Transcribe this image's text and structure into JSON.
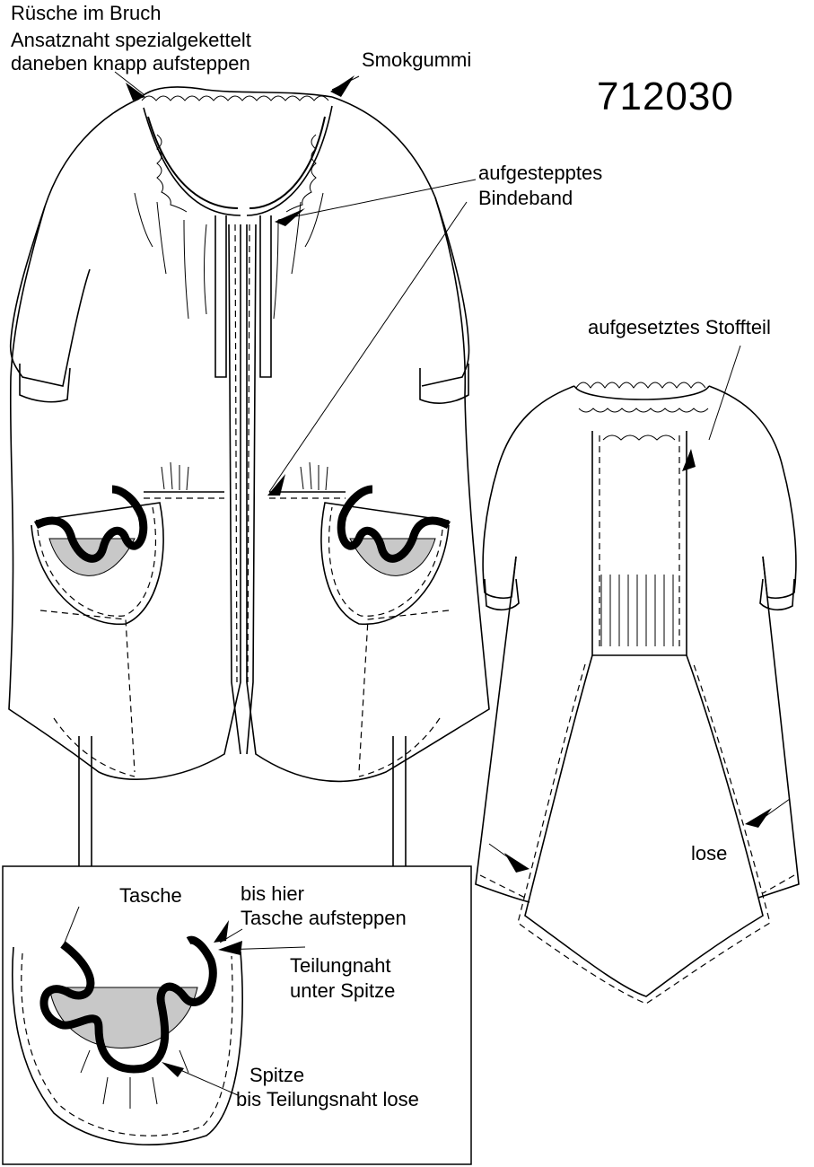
{
  "model_number": "712030",
  "labels": {
    "ruesche_line1": "Rüsche im Bruch",
    "ruesche_line2": "Ansatznaht spezialgekettelt",
    "ruesche_line3": "daneben knapp aufsteppen",
    "smokgummi": "Smokgummi",
    "bindeband_line1": "aufgestepptes",
    "bindeband_line2": "Bindeband",
    "stoffteil": "aufgesetztes Stoffteil",
    "lose": "lose",
    "tasche": "Tasche",
    "bis_hier_line1": "bis hier",
    "bis_hier_line2": "Tasche aufsteppen",
    "teilungsnaht_line1": "Teilungnaht",
    "teilungsnaht_line2": "unter Spitze",
    "spitze_line1": "Spitze",
    "spitze_line2": "bis Teilungsnaht lose"
  }
}
